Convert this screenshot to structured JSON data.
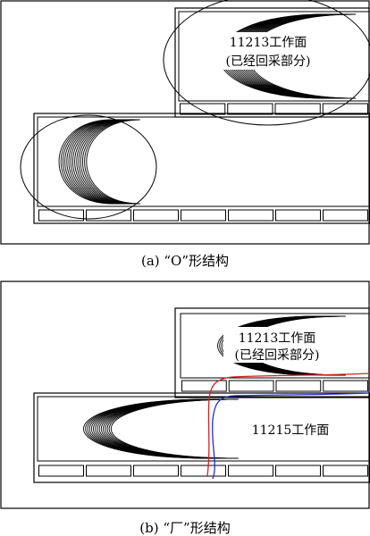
{
  "figure_a": {
    "label_line1": "11213工作面",
    "label_line2": "(已经回采部分)",
    "caption": "(a) “O”形结构"
  },
  "figure_b": {
    "label_line1": "11213工作面",
    "label_line2": "(已经回采部分)",
    "label_lower": "11215工作面",
    "caption": "(b) “厂”形结构"
  }
}
